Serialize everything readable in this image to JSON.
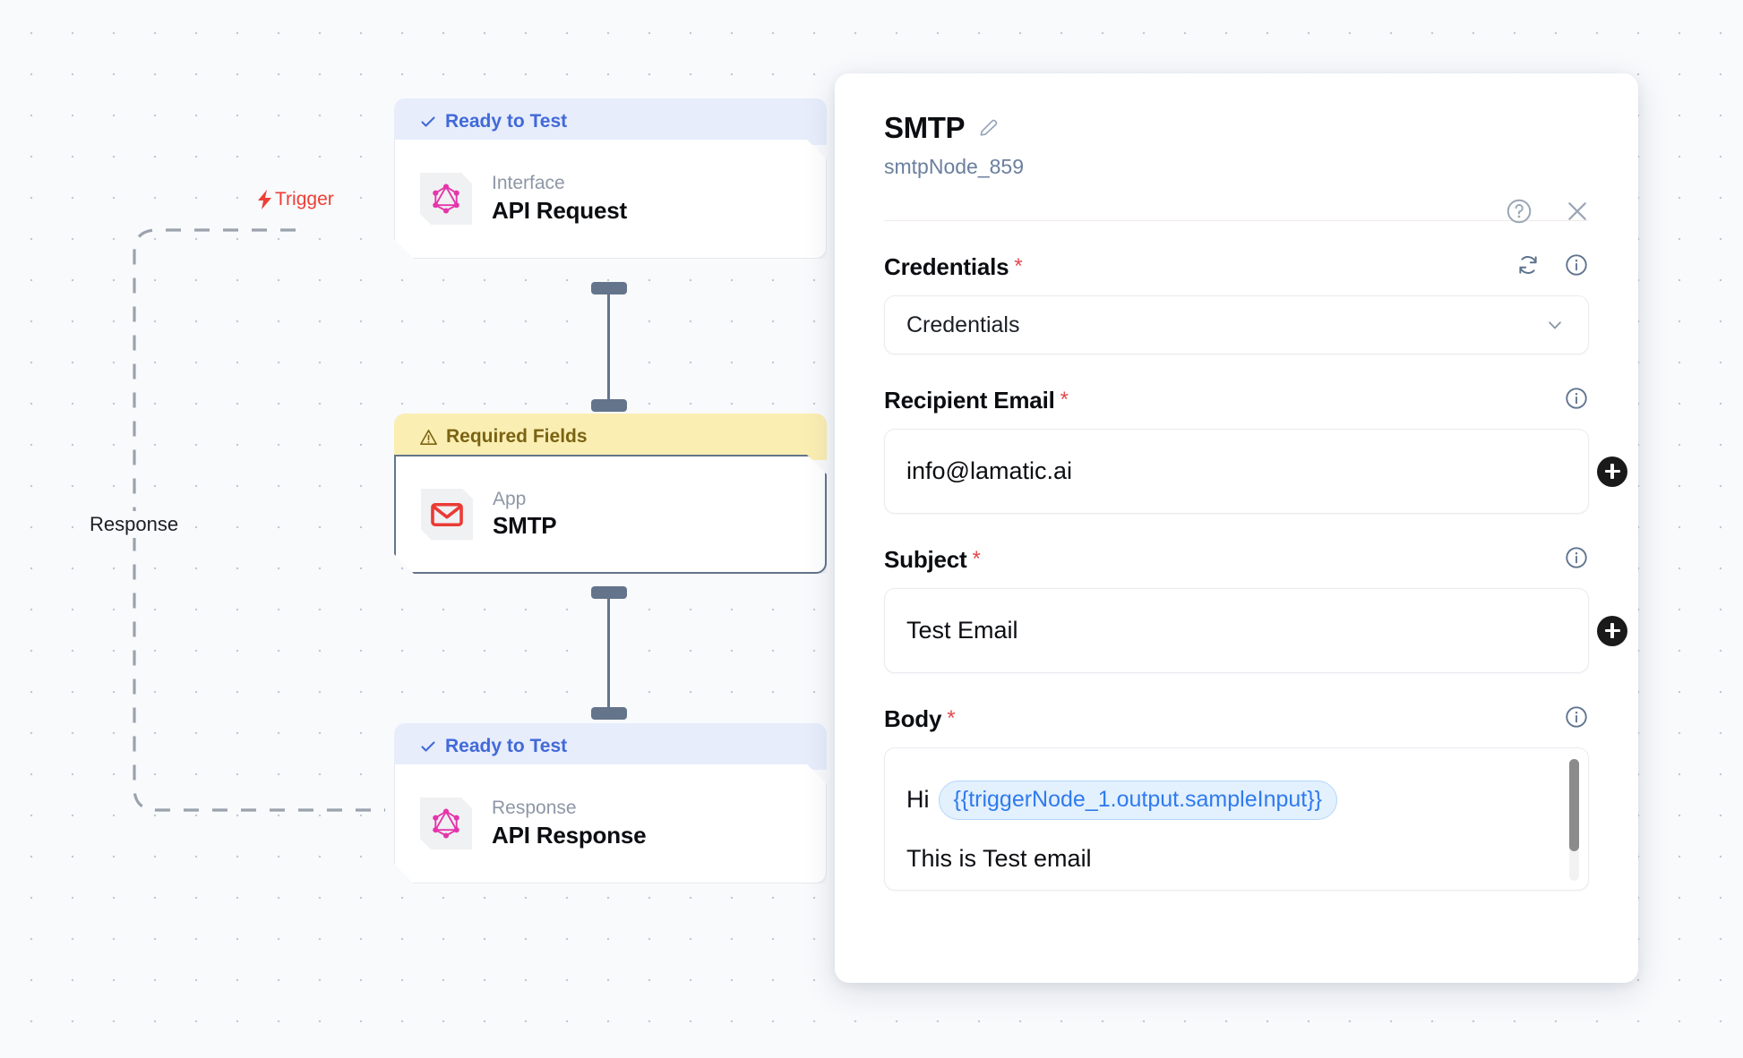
{
  "canvas": {
    "trigger_label": "Trigger",
    "response_label": "Response",
    "nodes": [
      {
        "status": "Ready to Test",
        "status_type": "ready",
        "kind": "Interface",
        "title": "API Request",
        "icon": "graphql-icon"
      },
      {
        "status": "Required Fields",
        "status_type": "warning",
        "kind": "App",
        "title": "SMTP",
        "icon": "envelope-icon"
      },
      {
        "status": "Ready to Test",
        "status_type": "ready",
        "kind": "Response",
        "title": "API Response",
        "icon": "graphql-icon"
      }
    ]
  },
  "panel": {
    "title": "SMTP",
    "subtitle": "smtpNode_859",
    "edit_icon": "pencil-icon",
    "help_icon": "help-circle-icon",
    "close_icon": "close-icon",
    "fields": {
      "credentials": {
        "label": "Credentials",
        "required": "*",
        "value": "Credentials",
        "placeholder": "Credentials",
        "refresh_icon": "refresh-icon",
        "info_icon": "info-icon",
        "chevron_icon": "chevron-down-icon"
      },
      "recipient_email": {
        "label": "Recipient Email",
        "required": "*",
        "value": "info@lamatic.ai",
        "info_icon": "info-icon",
        "add_icon": "plus-icon"
      },
      "subject": {
        "label": "Subject",
        "required": "*",
        "value": "Test Email",
        "info_icon": "info-icon",
        "add_icon": "plus-icon"
      },
      "body": {
        "label": "Body",
        "required": "*",
        "text_prefix": "Hi",
        "variable_chip": "{{triggerNode_1.output.sampleInput}}",
        "line_two": "This is Test email",
        "info_icon": "info-icon",
        "add_icon": "plus-icon"
      }
    }
  },
  "colors": {
    "ready_badge_bg": "#e7edfb",
    "ready_badge_text": "#4169d8",
    "warning_badge_bg": "#fbeeb2",
    "warning_badge_text": "#7a6314",
    "trigger_red": "#ef3e36",
    "graphql_pink": "#e535ab",
    "envelope_red": "#ea3b35",
    "required_red": "#e5484d",
    "chip_blue": "#2f7bed",
    "connector_slate": "#64748b"
  }
}
